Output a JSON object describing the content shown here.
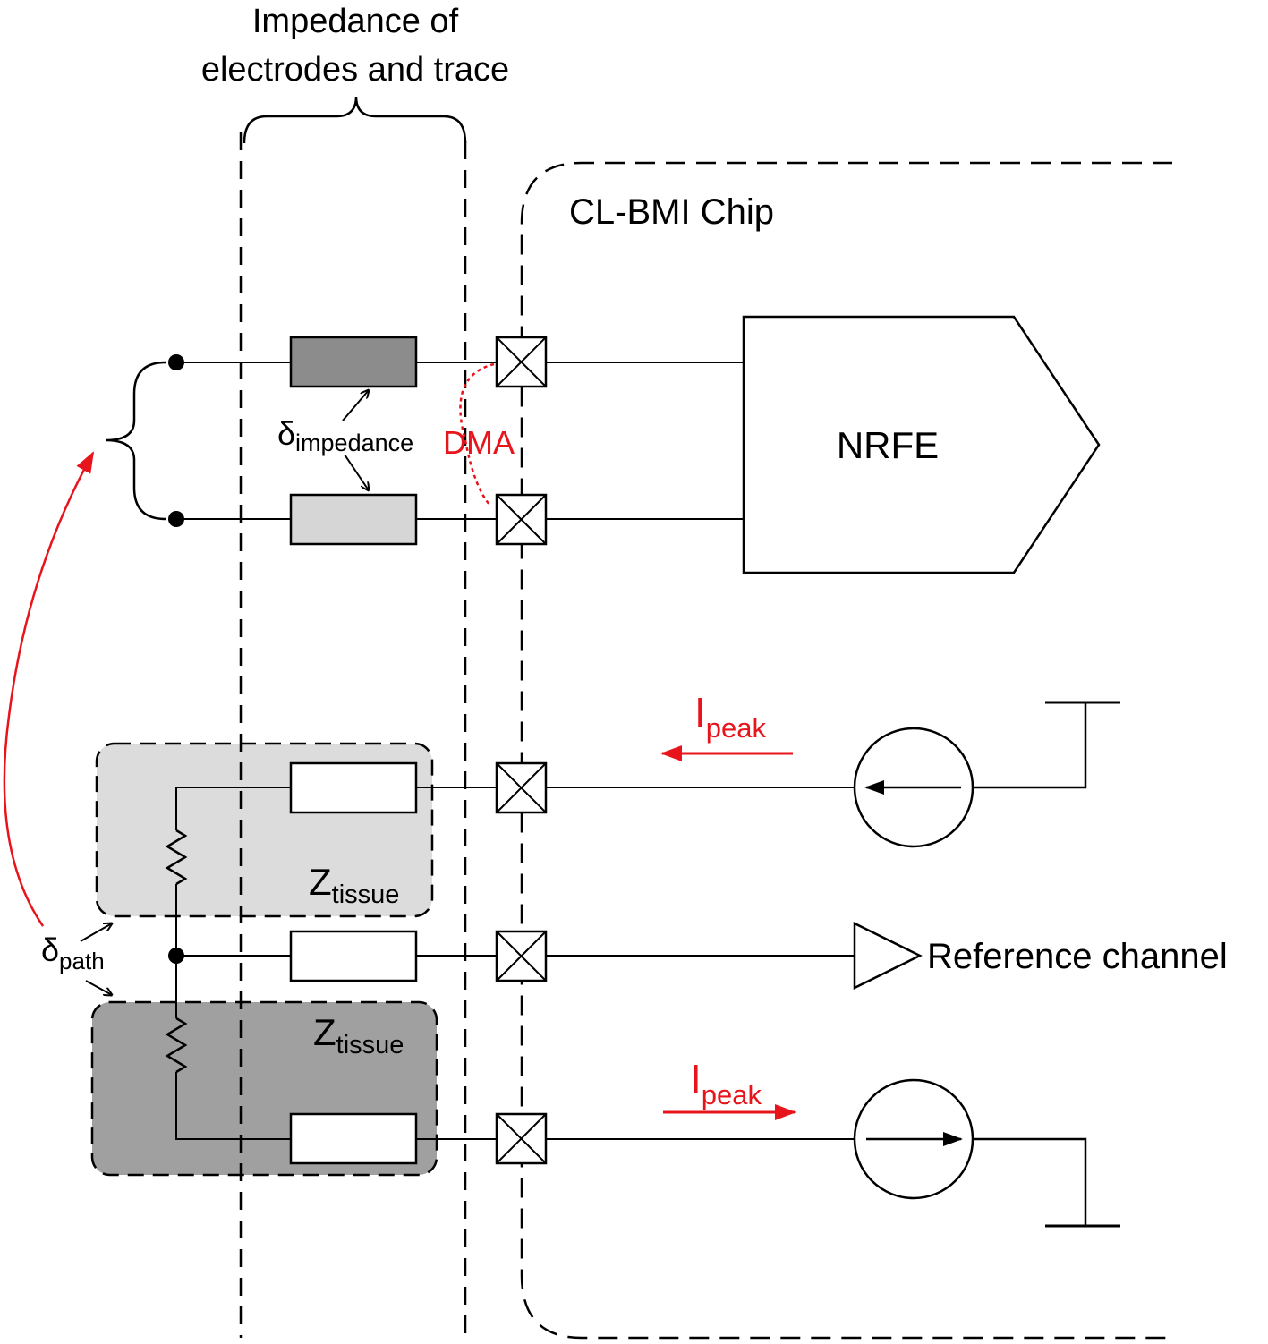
{
  "header": {
    "line1": "Impedance of",
    "line2": "electrodes and trace"
  },
  "chip": {
    "label": "CL-BMI Chip"
  },
  "nrfe": {
    "label": "NRFE"
  },
  "delta_impedance": {
    "symbol": "δ",
    "subscript": "impedance"
  },
  "dma": {
    "label": "DMA"
  },
  "delta_path": {
    "symbol": "δ",
    "subscript": "path"
  },
  "ipeak_top": {
    "symbol": "I",
    "subscript": "peak"
  },
  "ipeak_bottom": {
    "symbol": "I",
    "subscript": "peak"
  },
  "ztissue_top": {
    "symbol": "Z",
    "subscript": "tissue"
  },
  "ztissue_bottom": {
    "symbol": "Z",
    "subscript": "tissue"
  },
  "reference": {
    "label": "Reference channel"
  },
  "colors": {
    "annotation_red": "#e8141b",
    "tissue_light": "#dcdcdc",
    "tissue_dark": "#a0a0a0",
    "electrode_dark": "#8c8c8c",
    "electrode_light": "#d6d6d6"
  }
}
